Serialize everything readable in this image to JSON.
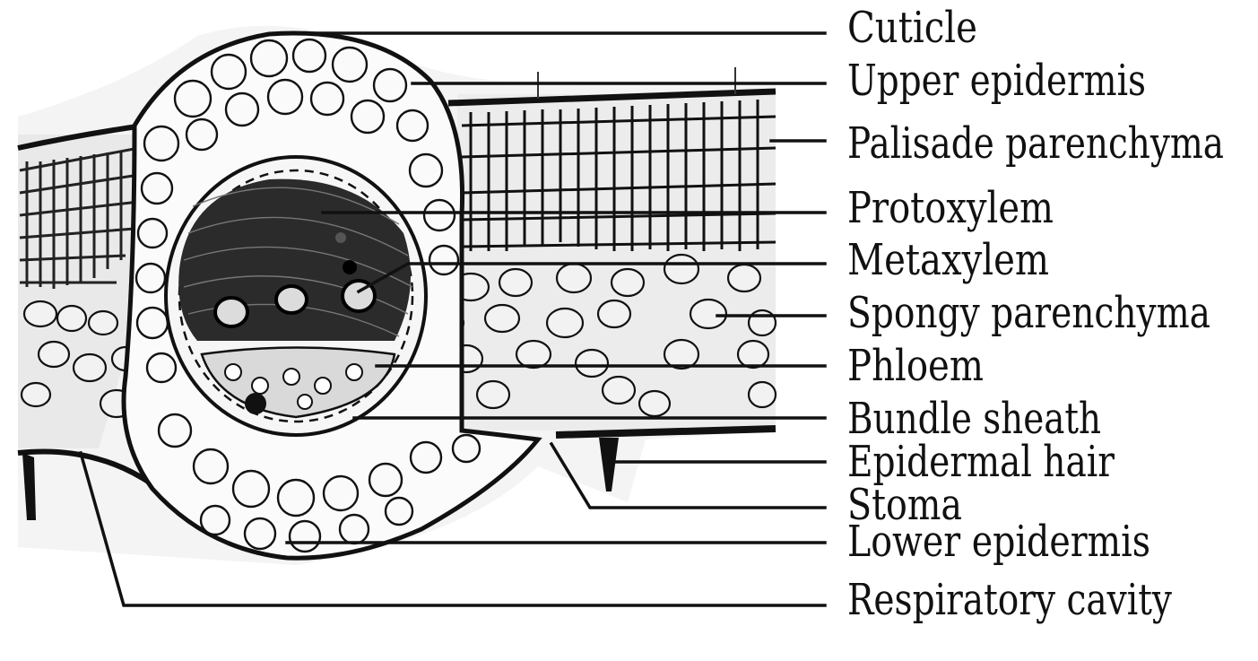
{
  "diagram": {
    "labels": [
      {
        "id": "cuticle",
        "text": "Cuticle"
      },
      {
        "id": "upper-epidermis",
        "text": "Upper epidermis"
      },
      {
        "id": "palisade-parenchyma",
        "text": "Palisade parenchyma"
      },
      {
        "id": "protoxylem",
        "text": "Protoxylem"
      },
      {
        "id": "metaxylem",
        "text": "Metaxylem"
      },
      {
        "id": "spongy-parenchyma",
        "text": "Spongy parenchyma"
      },
      {
        "id": "phloem",
        "text": "Phloem"
      },
      {
        "id": "bundle-sheath",
        "text": "Bundle sheath"
      },
      {
        "id": "epidermal-hair",
        "text": "Epidermal hair"
      },
      {
        "id": "stoma",
        "text": "Stoma"
      },
      {
        "id": "lower-epidermis",
        "text": "Lower epidermis"
      },
      {
        "id": "respiratory-cavity",
        "text": "Respiratory cavity"
      }
    ]
  }
}
